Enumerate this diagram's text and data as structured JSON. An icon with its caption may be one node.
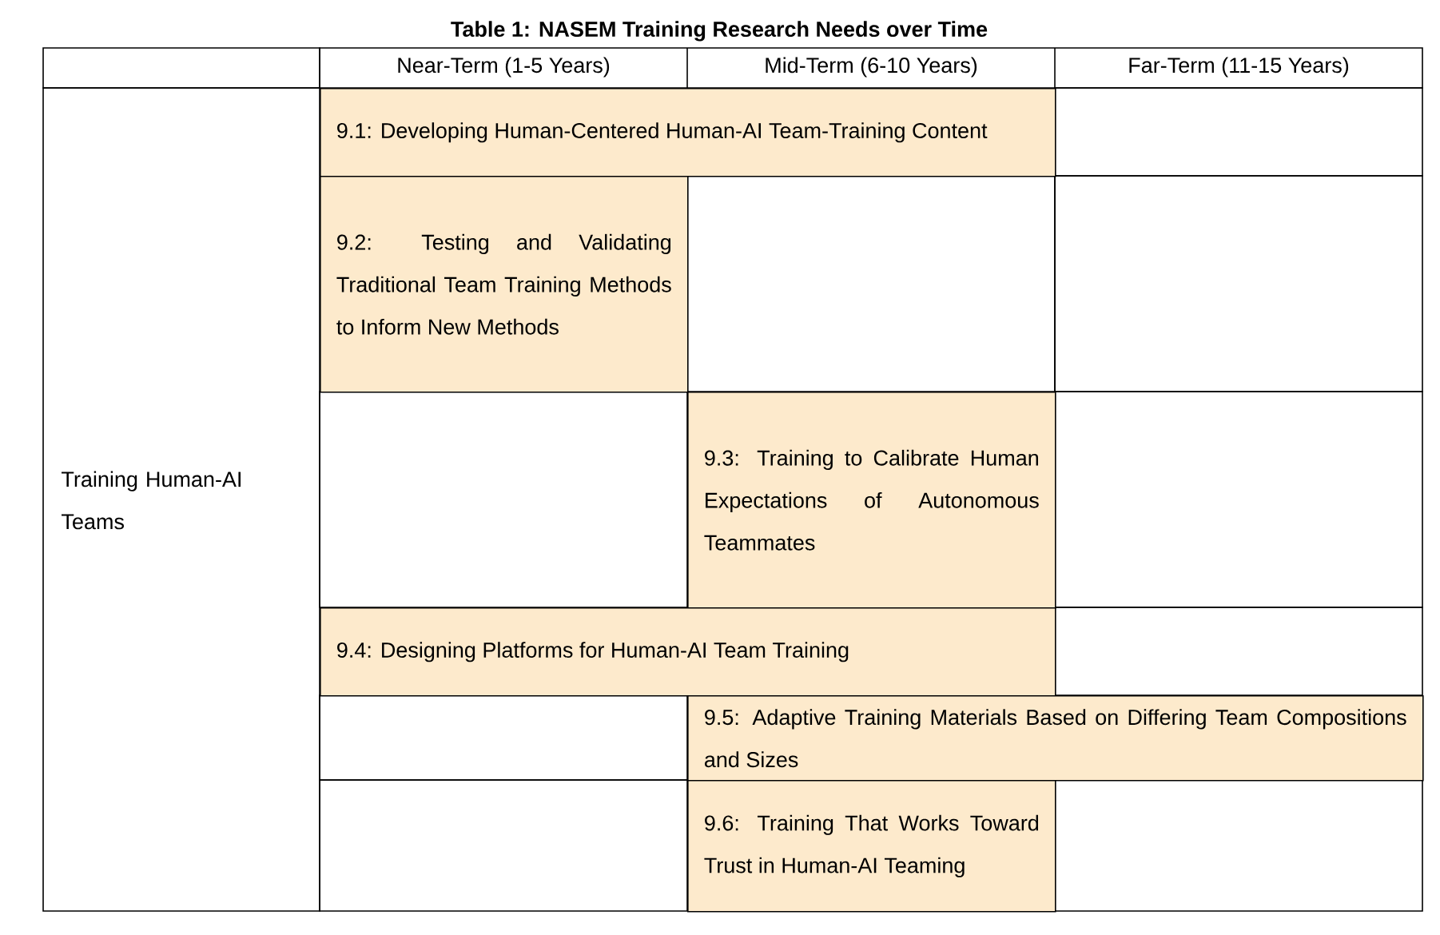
{
  "diagram": {
    "title": "Table 1:  NASEM Training Research Needs over Time",
    "nodes": [
      {
        "text": [
          "9.1: Developing Human-Centered Human-AI Team-Training Content"
        ]
      },
      {
        "text": [
          "9.2: Testing and Validating Traditional Team Training Methods to Inform New Methods"
        ]
      },
      {
        "text": [
          "9.3: Training to Calibrate Human Expectations of Autonomous Teammates"
        ]
      },
      {
        "text": [
          "9.4: Designing Platforms for Human-AI Team Training"
        ]
      },
      {
        "text": [
          "9.5: Adaptive Training Materials Based on Differing Team Compositions and Sizes"
        ]
      },
      {
        "text": [
          "9.6: Training That Works Toward Trust in Human-AI Teaming"
        ]
      }
    ],
    "labels": [
      "Near-Term (1-5 Years)",
      "Mid-Term (6-10 Years)",
      "Far-Term (11-15 Years)",
      "Training Human-AI Teams"
    ]
  }
}
